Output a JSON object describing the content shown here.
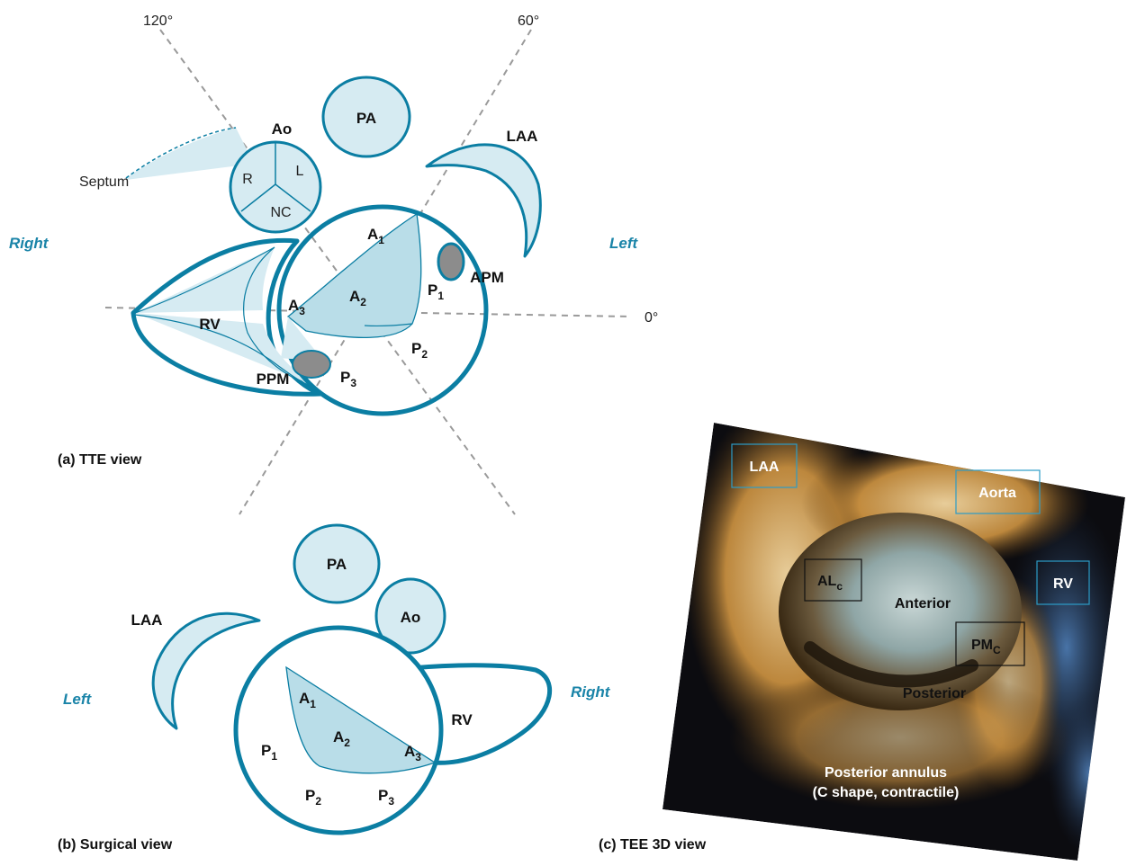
{
  "colors": {
    "teal": "#0b7ea3",
    "light_fill": "#d6ebf2",
    "mid_fill": "#b9dde8",
    "side_label": "#1a84a8",
    "muscle_gray": "#8c8c8c"
  },
  "tte": {
    "angle_120": "120°",
    "angle_60": "60°",
    "angle_0": "0°",
    "pa": "PA",
    "ao": "Ao",
    "laa": "LAA",
    "septum": "Septum",
    "cusp_r": "R",
    "cusp_l": "L",
    "cusp_nc": "NC",
    "right": "Right",
    "left": "Left",
    "rv": "RV",
    "apm": "APM",
    "ppm": "PPM",
    "a1": "A",
    "a1_sub": "1",
    "a2": "A",
    "a2_sub": "2",
    "a3": "A",
    "a3_sub": "3",
    "p1": "P",
    "p1_sub": "1",
    "p2": "P",
    "p2_sub": "2",
    "p3": "P",
    "p3_sub": "3",
    "caption": "(a) TTE view"
  },
  "surgical": {
    "pa": "PA",
    "ao": "Ao",
    "laa": "LAA",
    "left": "Left",
    "right": "Right",
    "rv": "RV",
    "a1": "A",
    "a1_sub": "1",
    "a2": "A",
    "a2_sub": "2",
    "a3": "A",
    "a3_sub": "3",
    "p1": "P",
    "p1_sub": "1",
    "p2": "P",
    "p2_sub": "2",
    "p3": "P",
    "p3_sub": "3",
    "caption": "(b) Surgical view"
  },
  "tee3d": {
    "laa": "LAA",
    "aorta": "Aorta",
    "rv": "RV",
    "alc": "AL",
    "alc_sub": "c",
    "pmc": "PM",
    "pmc_sub": "C",
    "anterior": "Anterior",
    "posterior": "Posterior",
    "annulus_line1": "Posterior annulus",
    "annulus_line2": "(C shape, contractile)",
    "caption": "(c) TEE 3D view"
  }
}
